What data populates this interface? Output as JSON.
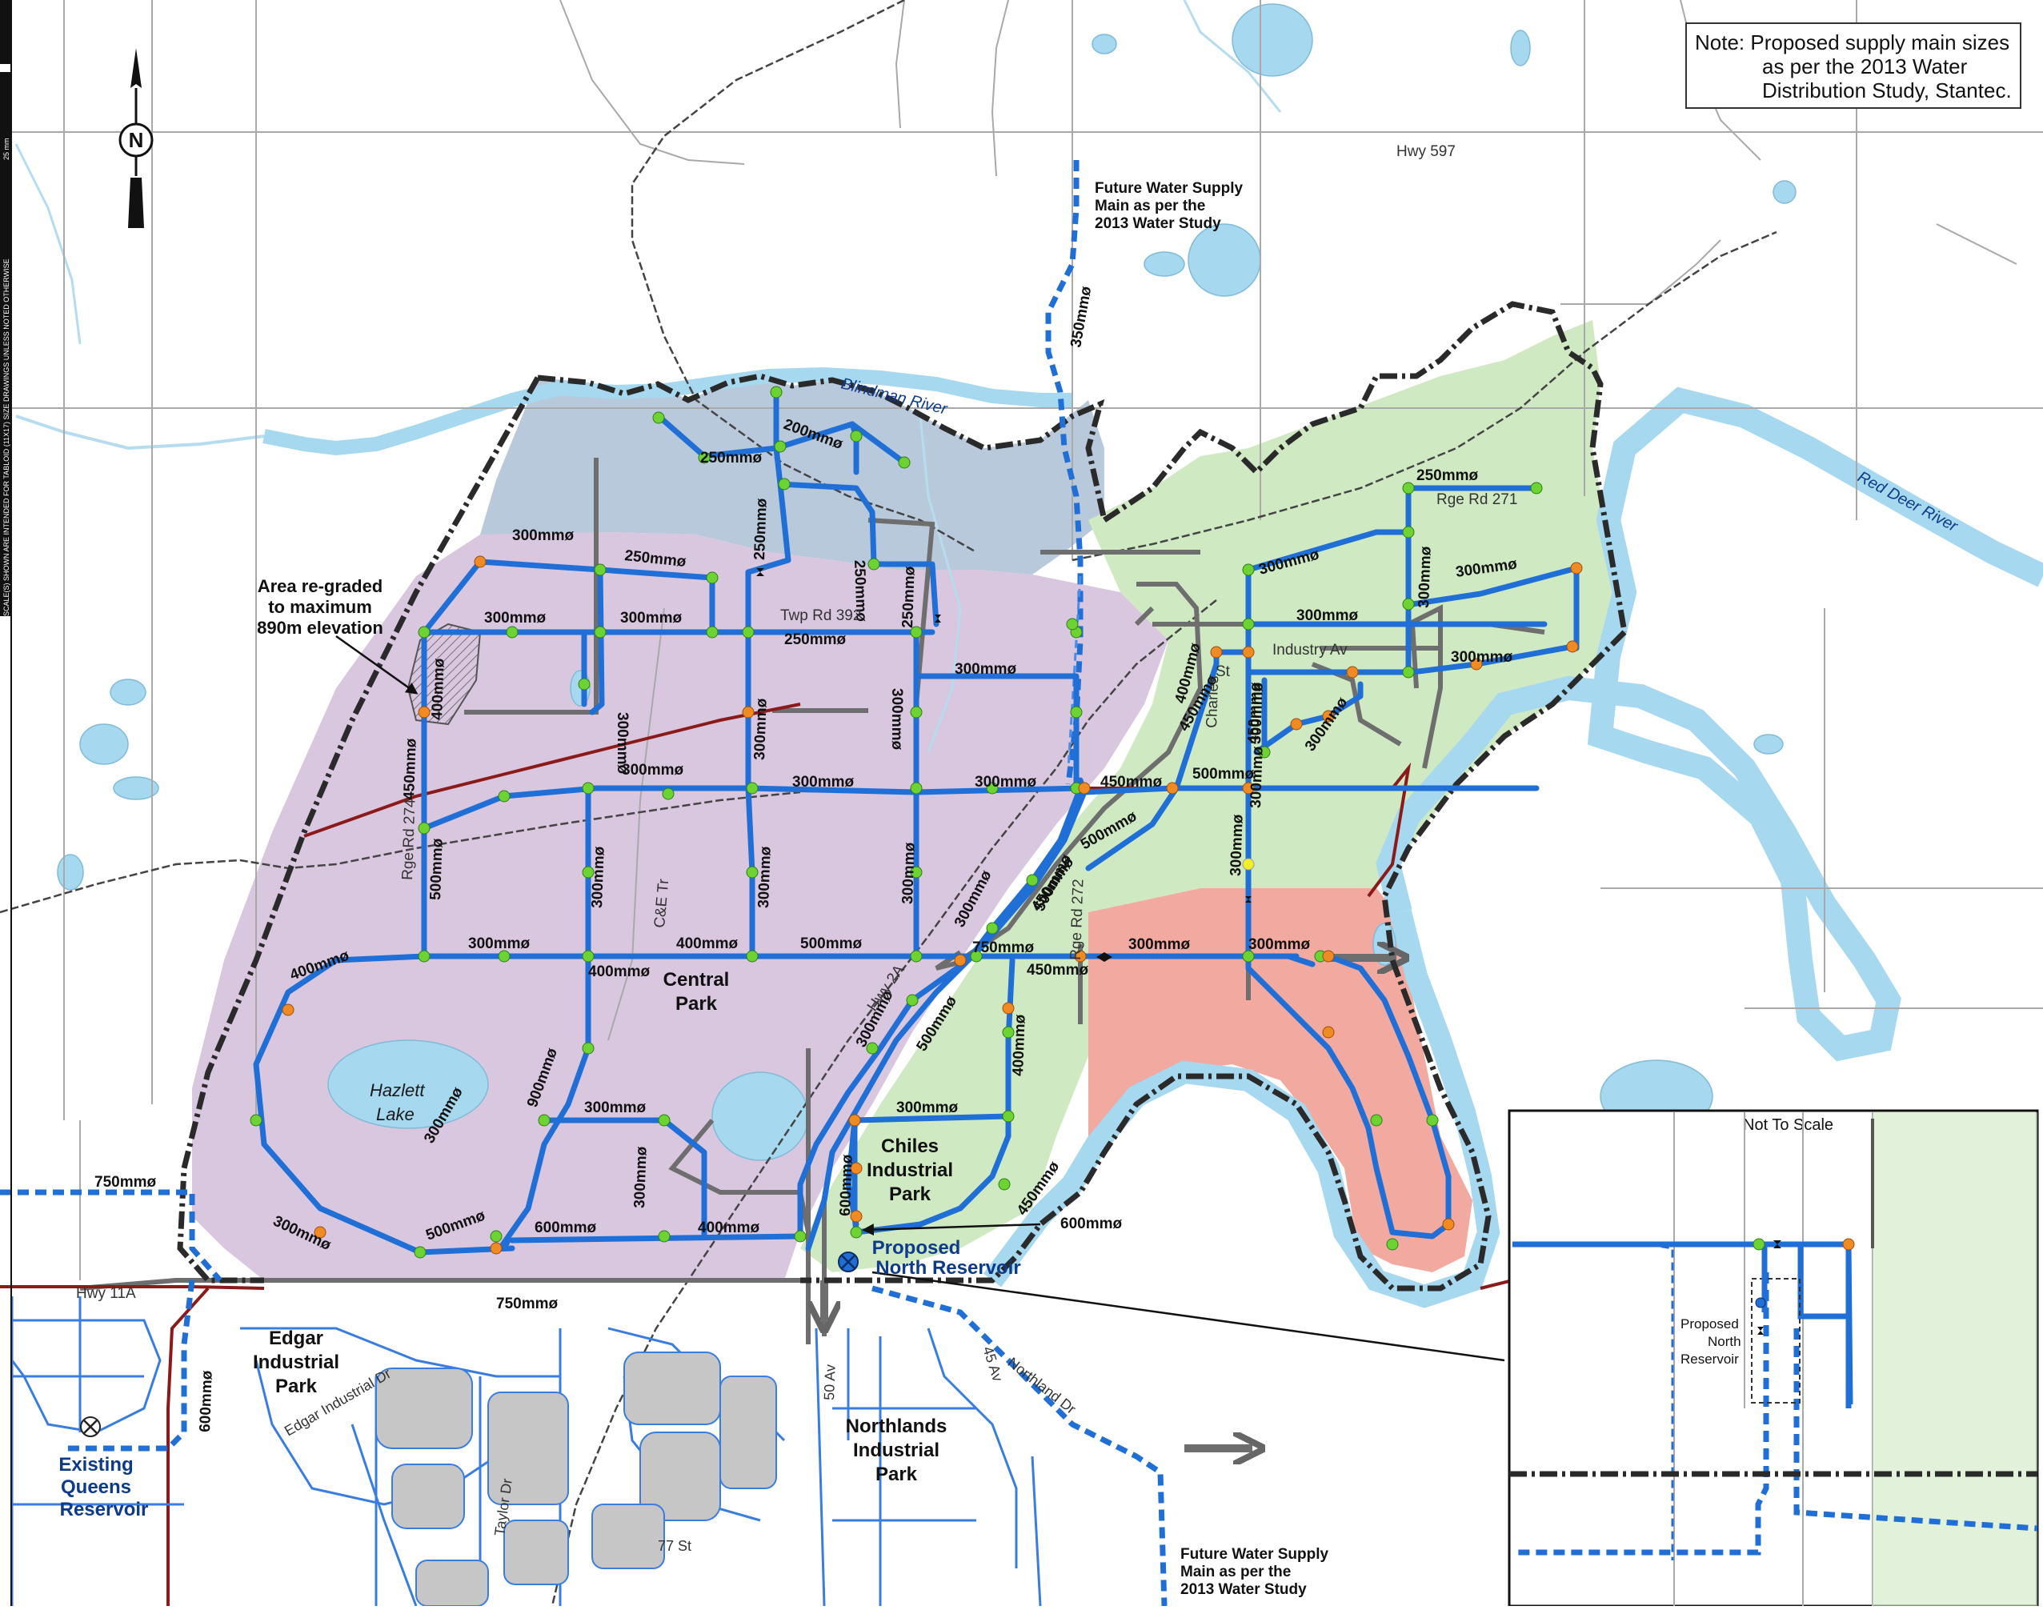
{
  "note": {
    "lines": [
      "Note:  Proposed supply main sizes",
      "as per the 2013 Water",
      "Distribution Study, Stantec."
    ]
  },
  "north_arrow": {
    "letter": "N"
  },
  "sidebar_notes": {
    "scale_note": "SCALE(S) SHOWN ARE INTENDED FOR TABLOID (11X17) SIZE DRAWINGS UNLESS NOTED OTHERWISE",
    "mm_mark": "25 mm"
  },
  "rivers": {
    "blindman": "Blindman River",
    "red_deer": "Red Deer River",
    "hazlett": "Hazlett",
    "lake": "Lake"
  },
  "roads": {
    "hwy597": "Hwy 597",
    "twp392": "Twp Rd 392",
    "rge274": "Rge Rd 274",
    "rge272": "Rge Rd 272",
    "rge271": "Rge Rd 271",
    "industry_av": "Industry Av",
    "charles_st_1": "Charles",
    "charles_st_2": "St",
    "ce_tr": "C&E Tr",
    "hwy2a": "Hwy 2A",
    "hwy11a": "Hwy 11A",
    "edgar_dr": "Edgar Industrial Dr",
    "taylor_dr": "Taylor Dr",
    "av50": "50 Av",
    "av45": "45 Av",
    "northland_dr": "Northland Dr",
    "st77": "77 St"
  },
  "areas": {
    "central_park": [
      "Central",
      "Park"
    ],
    "chiles": [
      "Chiles",
      "Industrial",
      "Park"
    ],
    "edgar": [
      "Edgar",
      "Industrial",
      "Park"
    ],
    "northlands": [
      "Northlands",
      "Industrial",
      "Park"
    ],
    "queens": [
      "Existing",
      "Queens",
      "Reservoir"
    ],
    "north_res": [
      "Proposed",
      "North Reservoir"
    ],
    "regraded": [
      "Area re-graded",
      "to maximum",
      "890m elevation"
    ],
    "future_top": [
      "Future Water Supply",
      "Main as per the",
      "2013 Water Study"
    ],
    "future_bottom": [
      "Future Water Supply",
      "Main as per the",
      "2013 Water Study"
    ]
  },
  "pipe_labels": [
    {
      "id": "p1",
      "text": "200mmø"
    },
    {
      "id": "p2",
      "text": "250mmø"
    },
    {
      "id": "p3",
      "text": "250mmø"
    },
    {
      "id": "p4",
      "text": "250mmø"
    },
    {
      "id": "p5",
      "text": "300mmø"
    },
    {
      "id": "p6",
      "text": "250mmø"
    },
    {
      "id": "p7",
      "text": "300mmø"
    },
    {
      "id": "p8",
      "text": "300mmø"
    },
    {
      "id": "p9",
      "text": "250mmø"
    },
    {
      "id": "p10",
      "text": "250mmø"
    },
    {
      "id": "p11",
      "text": "400mmø"
    },
    {
      "id": "p12",
      "text": "300mmø"
    },
    {
      "id": "p13",
      "text": "300mmø"
    },
    {
      "id": "p14",
      "text": "300mmø"
    },
    {
      "id": "p15",
      "text": "300mmø"
    },
    {
      "id": "p16",
      "text": "300mmø"
    },
    {
      "id": "p17",
      "text": "450mmø"
    },
    {
      "id": "p18",
      "text": "300mmø"
    },
    {
      "id": "p19",
      "text": "300mmø"
    },
    {
      "id": "p20",
      "text": "300mmø"
    },
    {
      "id": "p21",
      "text": "300mmø"
    },
    {
      "id": "p22",
      "text": "500mmø"
    },
    {
      "id": "p23",
      "text": "300mmø"
    },
    {
      "id": "p24",
      "text": "300mmø"
    },
    {
      "id": "p25",
      "text": "400mmø"
    },
    {
      "id": "p26",
      "text": "500mmø"
    },
    {
      "id": "p27",
      "text": "400mmø"
    },
    {
      "id": "p28",
      "text": "400mmø"
    },
    {
      "id": "p29",
      "text": "300mmø"
    },
    {
      "id": "p30",
      "text": "300mmø"
    },
    {
      "id": "p31",
      "text": "500mmø"
    },
    {
      "id": "p32",
      "text": "750mmø"
    },
    {
      "id": "p33",
      "text": "450mmø"
    },
    {
      "id": "p34",
      "text": "500mmø"
    },
    {
      "id": "p35",
      "text": "400mmø"
    },
    {
      "id": "p36",
      "text": "500mmø"
    },
    {
      "id": "p37",
      "text": "300mmø"
    },
    {
      "id": "p38",
      "text": "300mmø"
    },
    {
      "id": "p39",
      "text": "500mmø"
    },
    {
      "id": "p40",
      "text": "450mmø"
    },
    {
      "id": "p41",
      "text": "450mmø"
    },
    {
      "id": "p42",
      "text": "450mmø"
    },
    {
      "id": "p43",
      "text": "300mmø"
    },
    {
      "id": "p44",
      "text": "450mmø"
    },
    {
      "id": "p45",
      "text": "600mmø"
    },
    {
      "id": "p46",
      "text": "600mmø"
    },
    {
      "id": "p47",
      "text": "600mmø"
    },
    {
      "id": "p48",
      "text": "400mmø"
    },
    {
      "id": "p49",
      "text": "300mmø"
    },
    {
      "id": "p50",
      "text": "300mmø"
    },
    {
      "id": "p51",
      "text": "300mmø"
    },
    {
      "id": "p52",
      "text": "500mmø"
    },
    {
      "id": "p53",
      "text": "900mmø"
    },
    {
      "id": "p54",
      "text": "750mmø"
    },
    {
      "id": "p55",
      "text": "600mmø"
    },
    {
      "id": "p56",
      "text": "750mmø"
    },
    {
      "id": "p57",
      "text": "350mmø"
    },
    {
      "id": "p58",
      "text": "300mmø"
    },
    {
      "id": "p59",
      "text": "300mmø"
    },
    {
      "id": "p60",
      "text": "300mmø"
    },
    {
      "id": "p61",
      "text": "300mmø"
    },
    {
      "id": "p62",
      "text": "250mmø"
    },
    {
      "id": "p63",
      "text": "300mmø"
    },
    {
      "id": "p64",
      "text": "300mmø"
    },
    {
      "id": "p65",
      "text": "300mmø"
    },
    {
      "id": "p66",
      "text": "400mmø"
    },
    {
      "id": "p67",
      "text": "300mmø"
    },
    {
      "id": "p68",
      "text": "450mmø"
    },
    {
      "id": "p69",
      "text": "300mmø"
    },
    {
      "id": "p70",
      "text": "300mmø"
    }
  ],
  "inset": {
    "title": "Not To Scale",
    "res_label": [
      "Proposed",
      "North",
      "Reservoir"
    ]
  },
  "colors": {
    "pipe": "#1f6fd6",
    "zone_blue": "#b9c9dc",
    "zone_purple": "#d9c6df",
    "zone_green": "#cfe9c2",
    "zone_red": "#f2a9a0",
    "water": "#a6d8ef",
    "node_green": "#6cd332",
    "node_orange": "#f08a22",
    "boundary": "#2a2a2a"
  }
}
